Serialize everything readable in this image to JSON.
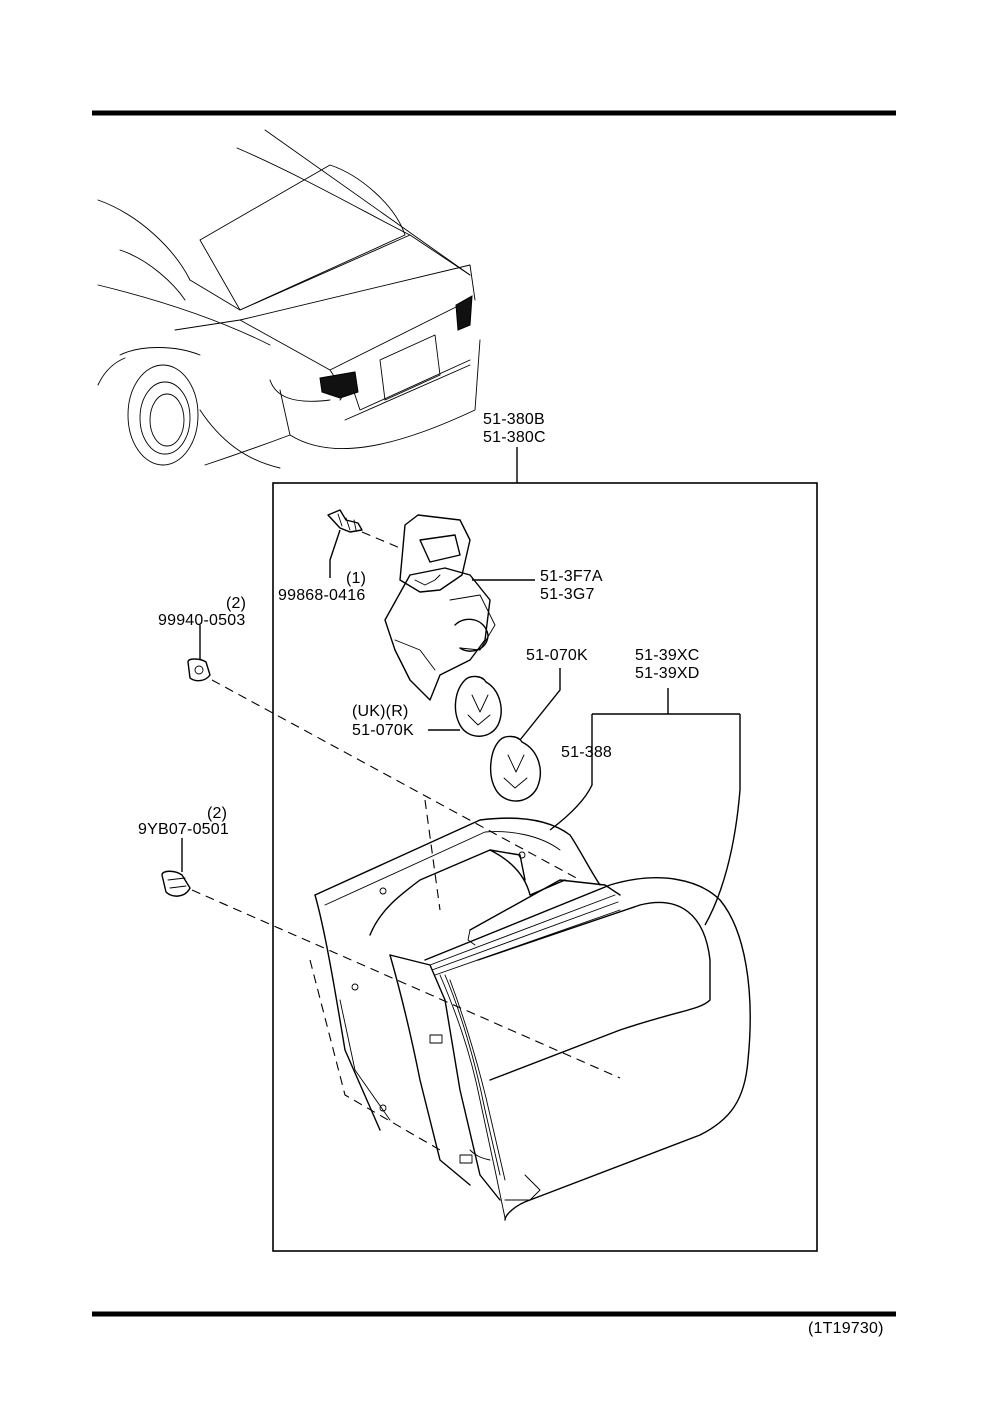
{
  "diagram_code": "(1T19730)",
  "labels": {
    "assembly_part_1": "51-380B",
    "assembly_part_2": "51-380C",
    "socket_part_1": "51-3F7A",
    "socket_part_2": "51-3G7",
    "screw_qty": "(1)",
    "screw_part": "99868-0416",
    "nut_qty": "(2)",
    "nut_part": "99940-0503",
    "bulb_part": "51-070K",
    "bulb_uk_note": "(UK)(R)",
    "bulb_uk_part": "51-070K",
    "lens_part_1": "51-39XC",
    "lens_part_2": "51-39XD",
    "gasket_part": "51-388",
    "clip_qty": "(2)",
    "clip_part": "9YB07-0501"
  }
}
